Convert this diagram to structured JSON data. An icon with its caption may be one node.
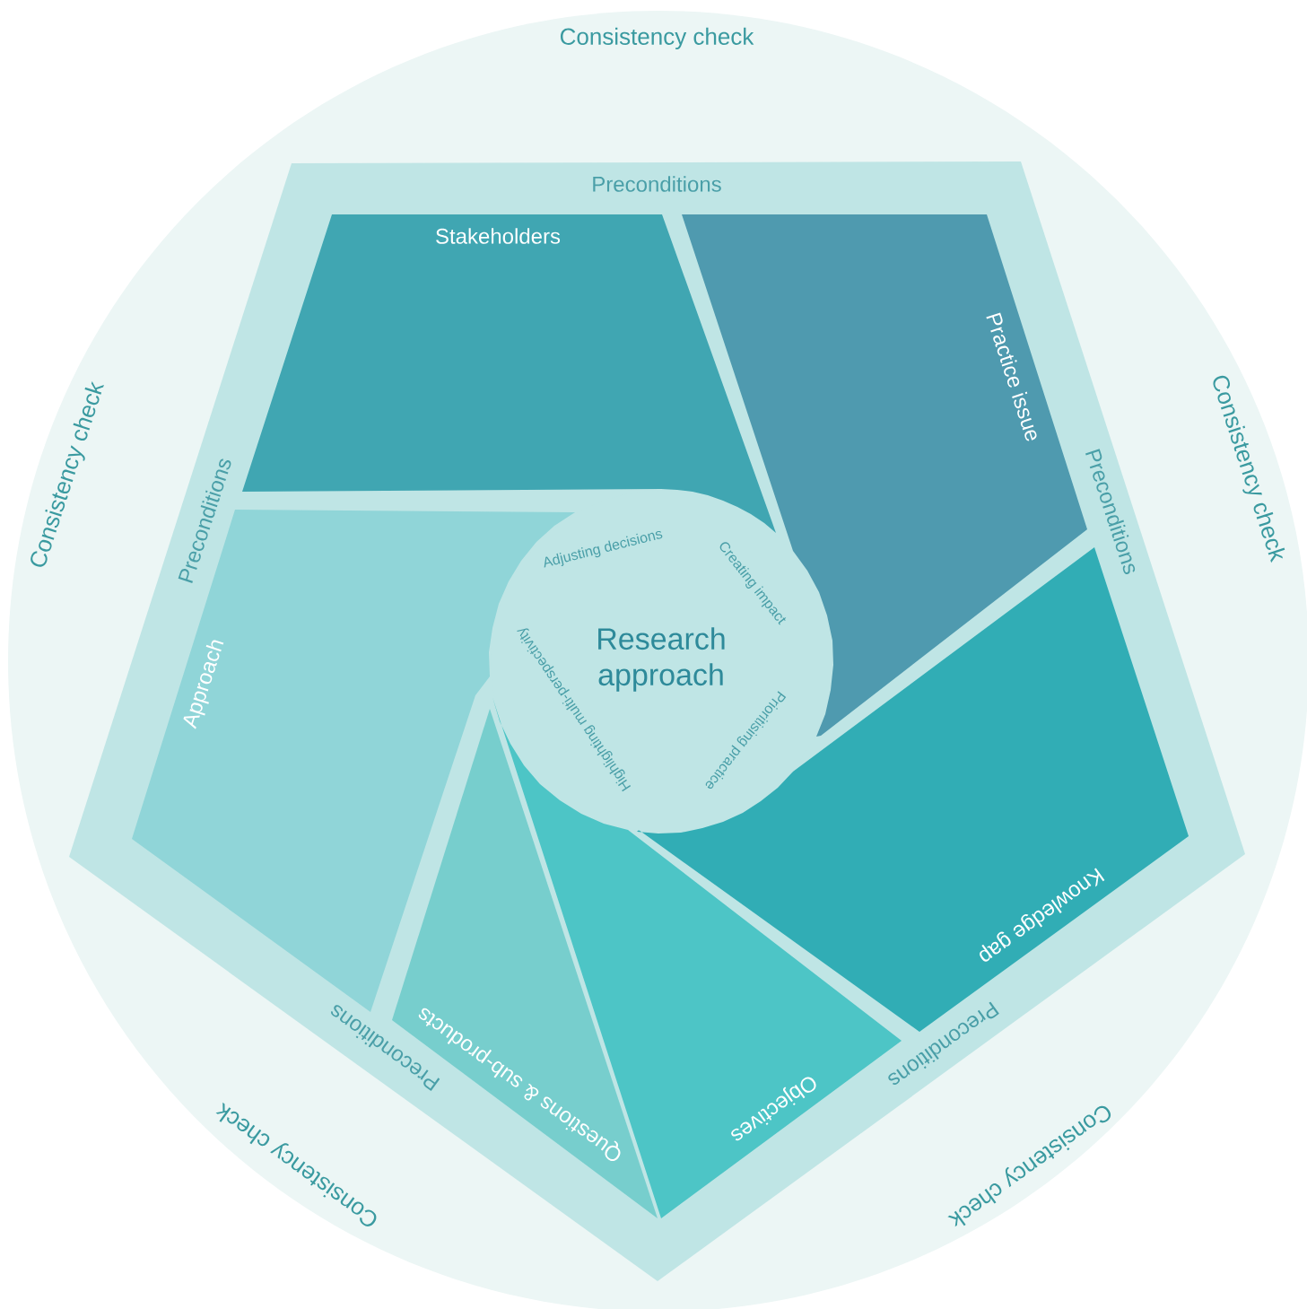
{
  "diagram": {
    "nodes": [
      {
        "text": [
          "Consistency check",
          "Consistency check",
          "Consistency check",
          "Consistency check",
          "Consistency check"
        ]
      },
      {
        "text": [
          "Preconditions",
          "Preconditions",
          "Preconditions",
          "Preconditions",
          "Preconditions"
        ],
        "in": 0
      },
      {
        "text": [
          "Stakeholders"
        ],
        "in": 1
      },
      {
        "text": [
          "Practice issue"
        ],
        "in": 1
      },
      {
        "text": [
          "Knowledge gap"
        ],
        "in": 1
      },
      {
        "text": [
          "Objectives"
        ],
        "in": 1
      },
      {
        "text": [
          "Questions & sub-products"
        ],
        "in": 1
      },
      {
        "text": [
          "Approach"
        ],
        "in": 1
      },
      {
        "text": [
          "Research approach",
          "Adjusting decisions",
          "Creating impact",
          "Prioritising practice",
          "Highlighting multi-perspectivity"
        ],
        "in": 1
      }
    ],
    "edges": []
  }
}
